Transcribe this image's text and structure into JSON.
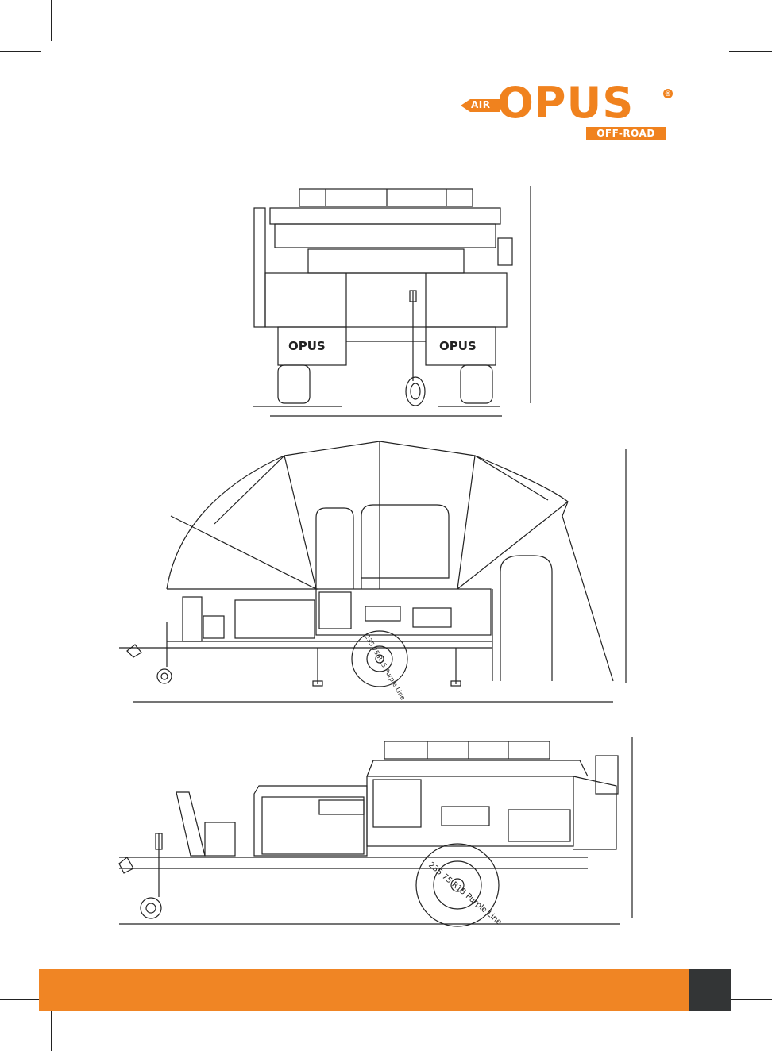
{
  "brand": {
    "prefix": "AIR",
    "name": "OPUS",
    "registered_mark": "®",
    "tagline": "OFF-ROAD",
    "color_primary": "#f0821e",
    "color_dark": "#333536"
  },
  "drawings": {
    "rear_view": {
      "mudflap_left": "OPUS",
      "mudflap_right": "OPUS"
    },
    "side_open_view": {
      "tyre_label": "235 75 R15 Purple Line"
    },
    "side_closed_view": {
      "tyre_label": "235 75 R15 Purple Line"
    }
  },
  "icons": [
    "air-arrow-icon"
  ]
}
